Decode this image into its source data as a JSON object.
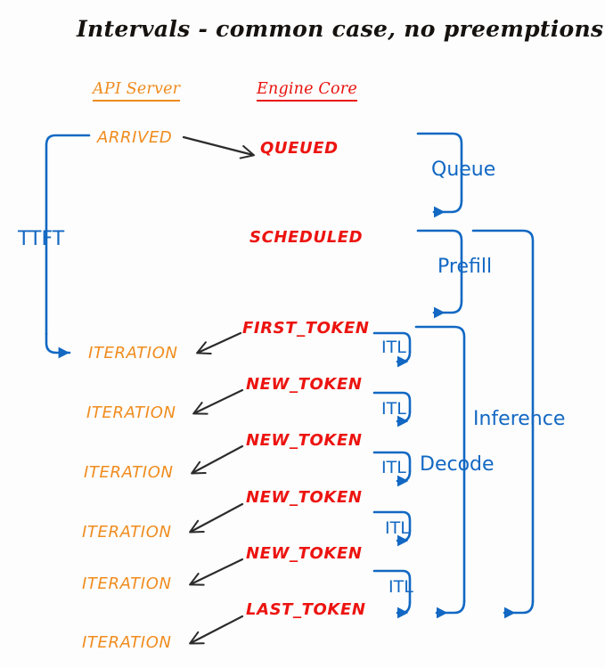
{
  "diagram": {
    "title": "Intervals - common case, no preemptions",
    "background_color": "#fdfdfd",
    "colors": {
      "api_server": "#f08c1e",
      "engine_core": "#ec1410",
      "measurement": "#1268c3",
      "arrow": "#2b2b2b",
      "title": "#15120f"
    }
  },
  "columns": [
    {
      "id": "api-server",
      "label": "API Server",
      "color": "#f08c1e"
    },
    {
      "id": "engine-core",
      "label": "Engine Core",
      "color": "#ec1410"
    }
  ],
  "api_events": [
    {
      "id": "arrived",
      "label": "ARRIVED"
    },
    {
      "id": "iteration-1",
      "label": "ITERATION"
    },
    {
      "id": "iteration-2",
      "label": "ITERATION"
    },
    {
      "id": "iteration-3",
      "label": "ITERATION"
    },
    {
      "id": "iteration-4",
      "label": "ITERATION"
    },
    {
      "id": "iteration-5",
      "label": "ITERATION"
    },
    {
      "id": "iteration-6",
      "label": "ITERATION"
    }
  ],
  "core_events": [
    {
      "id": "queued",
      "label": "QUEUED"
    },
    {
      "id": "scheduled",
      "label": "SCHEDULED"
    },
    {
      "id": "first-token",
      "label": "FIRST_TOKEN"
    },
    {
      "id": "new-token-1",
      "label": "NEW_TOKEN"
    },
    {
      "id": "new-token-2",
      "label": "NEW_TOKEN"
    },
    {
      "id": "new-token-3",
      "label": "NEW_TOKEN"
    },
    {
      "id": "new-token-4",
      "label": "NEW_TOKEN"
    },
    {
      "id": "last-token",
      "label": "LAST_TOKEN"
    }
  ],
  "measurements": [
    {
      "id": "ttft",
      "label": "TTFT"
    },
    {
      "id": "queue",
      "label": "Queue"
    },
    {
      "id": "prefill",
      "label": "Prefill"
    },
    {
      "id": "decode",
      "label": "Decode"
    },
    {
      "id": "inference",
      "label": "Inference"
    },
    {
      "id": "itl-1",
      "label": "ITL"
    },
    {
      "id": "itl-2",
      "label": "ITL"
    },
    {
      "id": "itl-3",
      "label": "ITL"
    },
    {
      "id": "itl-4",
      "label": "ITL"
    },
    {
      "id": "itl-5",
      "label": "ITL"
    }
  ]
}
